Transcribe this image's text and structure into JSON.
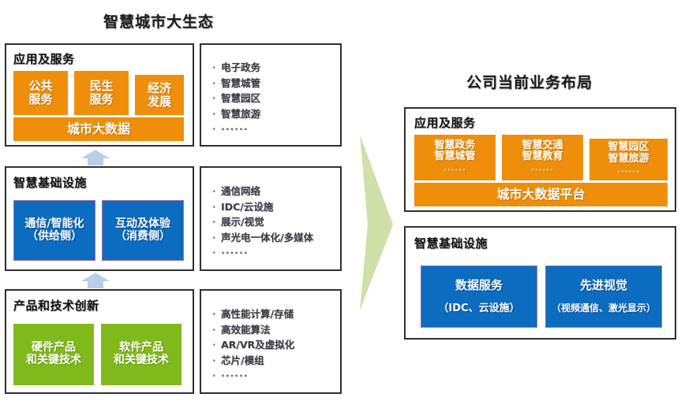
{
  "left": {
    "title": "智慧城市大生态",
    "sections": [
      {
        "heading": "应用及服务",
        "tiles": [
          {
            "lines": [
              "公共",
              "服务"
            ],
            "color": "orange"
          },
          {
            "lines": [
              "民生",
              "服务"
            ],
            "color": "orange"
          },
          {
            "lines": [
              "经济",
              "发展"
            ],
            "color": "orange"
          }
        ],
        "base": {
          "label": "城市大数据",
          "color": "orange"
        },
        "bullets": [
          "电子政务",
          "智慧城管",
          "智慧园区",
          "智慧旅游",
          "······"
        ]
      },
      {
        "heading": "智慧基础设施",
        "tiles": [
          {
            "lines": [
              "通信/智能化",
              "（供给侧）"
            ],
            "color": "blue"
          },
          {
            "lines": [
              "互动及体验",
              "（消费侧）"
            ],
            "color": "blue"
          }
        ],
        "bullets": [
          "通信网络",
          "IDC/云设施",
          "展示/视觉",
          "声光电一体化/多媒体",
          "······"
        ]
      },
      {
        "heading": "产品和技术创新",
        "tiles": [
          {
            "lines": [
              "硬件产品",
              "和关键技术"
            ],
            "color": "green"
          },
          {
            "lines": [
              "软件产品",
              "和关键技术"
            ],
            "color": "green"
          }
        ],
        "bullets": [
          "高性能计算/存储",
          "高效能算法",
          "AR/VR及虚拟化",
          "芯片/模组",
          "······"
        ]
      }
    ]
  },
  "right": {
    "title": "公司当前业务布局",
    "sections": [
      {
        "heading": "应用及服务",
        "tiles": [
          {
            "lines": [
              "智慧政务",
              "智慧城管"
            ],
            "dots": "······",
            "color": "orange"
          },
          {
            "lines": [
              "智慧交通",
              "智慧教育"
            ],
            "dots": "······",
            "color": "orange"
          },
          {
            "lines": [
              "智慧园区",
              "智慧旅游"
            ],
            "dots": "······",
            "color": "orange"
          }
        ],
        "base": {
          "label": "城市大数据平台",
          "color": "orange"
        }
      },
      {
        "heading": "智慧基础设施",
        "tiles": [
          {
            "lines": [
              "数据服务",
              "（IDC、云设施）"
            ],
            "color": "blue"
          },
          {
            "lines": [
              "先进视觉",
              "（视频通信、激光显示）"
            ],
            "color": "blue"
          }
        ]
      }
    ]
  },
  "arrows": {
    "up_icon": "arrow-up-icon",
    "transition_icon": "arrow-right-icon"
  },
  "colors": {
    "orange": "#ef8e0b",
    "blue": "#0b6cc0",
    "green": "#80b91c",
    "arrow_blue": "#b9cfe8",
    "arrow_green": "#cfe0a8",
    "frame": "#2f2f2f"
  }
}
